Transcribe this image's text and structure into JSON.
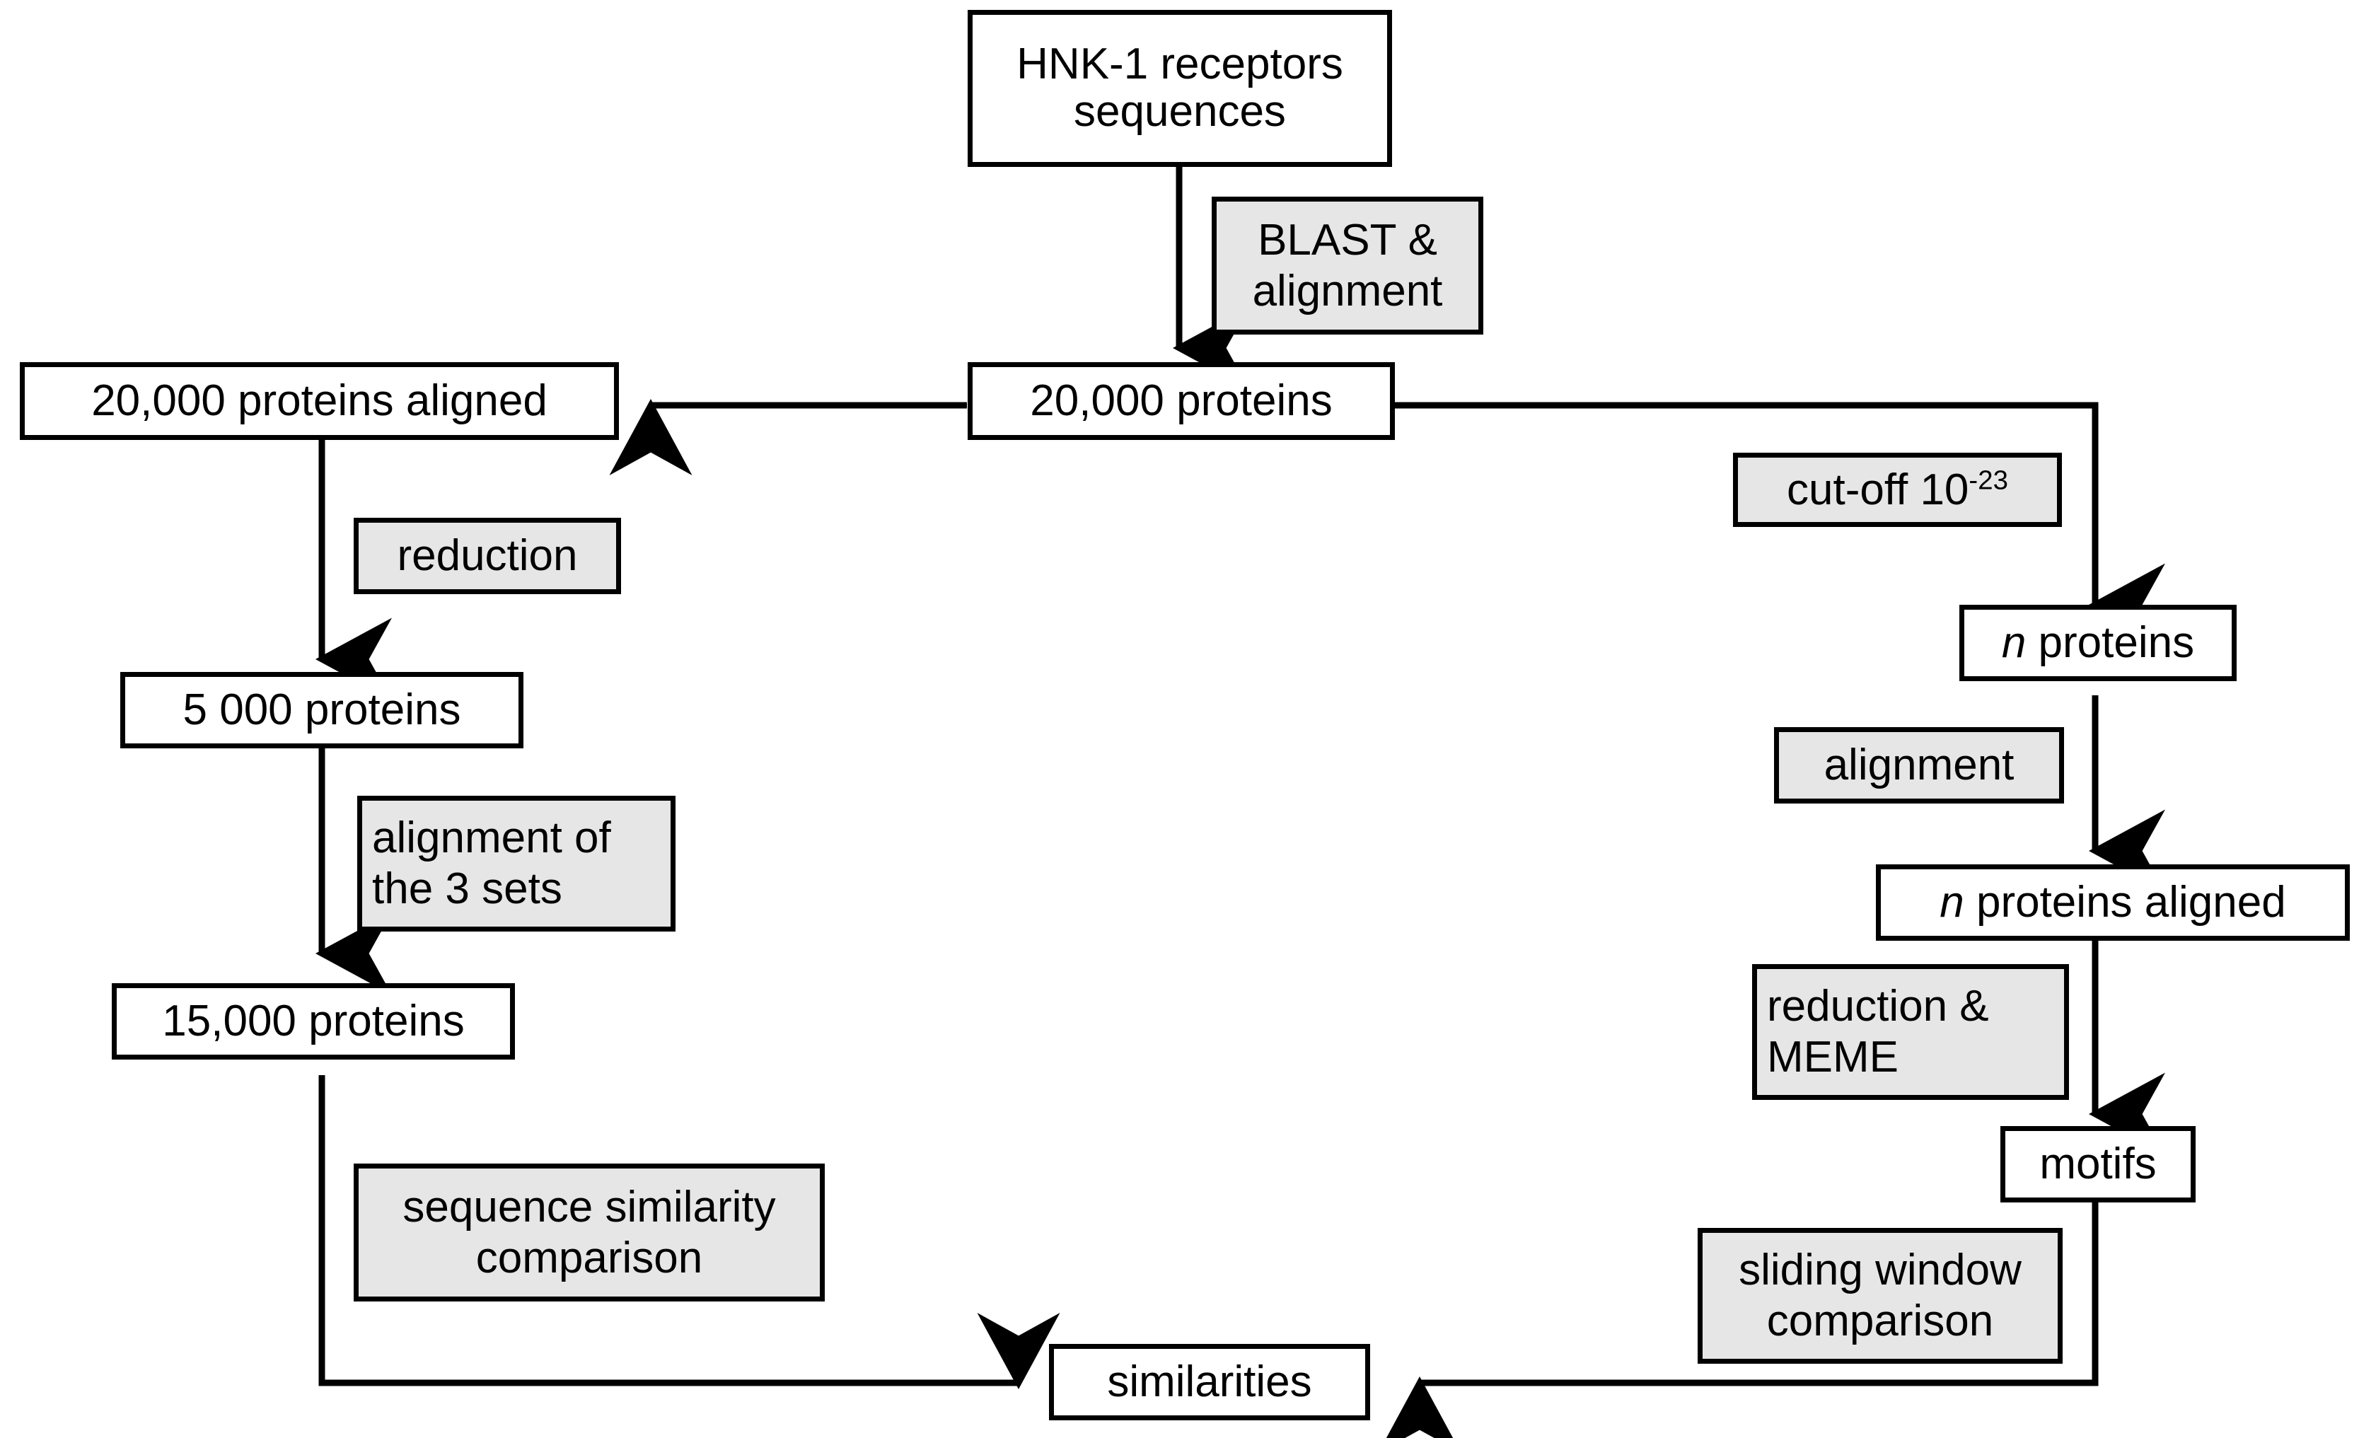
{
  "diagram": {
    "title": "HNK-1 receptors sequence analysis workflow",
    "colors": {
      "node_fill": "#ffffff",
      "label_fill": "#e6e6e6",
      "stroke": "#000000",
      "background": "#ffffff"
    },
    "nodes": {
      "source": {
        "line1": "HNK-1 receptors",
        "line2": "sequences"
      },
      "proteins_20000_aligned": {
        "text": "20,000 proteins aligned"
      },
      "proteins_20000": {
        "text": "20,000 proteins"
      },
      "proteins_5000": {
        "text": "5 000 proteins"
      },
      "proteins_15000": {
        "text": "15,000 proteins"
      },
      "n_proteins": {
        "prefix": "n",
        "suffix": " proteins"
      },
      "n_proteins_aligned": {
        "prefix": "n",
        "suffix": " proteins aligned"
      },
      "motifs": {
        "text": "motifs"
      },
      "similarities": {
        "text": "similarities"
      }
    },
    "process_labels": {
      "blast_alignment": {
        "line1": "BLAST &",
        "line2": "alignment"
      },
      "cutoff": {
        "text": "cut-off 10",
        "exponent": "-23"
      },
      "reduction": {
        "line1": "reduction"
      },
      "alignment_3_sets": {
        "line1": "alignment of",
        "line2": "the 3 sets"
      },
      "sequence_similarity": {
        "line1": "sequence similarity",
        "line2": "comparison"
      },
      "alignment": {
        "line1": "alignment"
      },
      "reduction_meme": {
        "line1": "reduction &",
        "line2": "MEME"
      },
      "sliding_window": {
        "line1": "sliding window",
        "line2": "comparison"
      }
    },
    "edges": [
      {
        "from": "source",
        "to": "proteins_20000",
        "label": "blast_alignment",
        "arrow": "down"
      },
      {
        "from": "proteins_20000",
        "to": "proteins_20000_aligned",
        "arrow": "left"
      },
      {
        "from": "proteins_20000",
        "to": "n_proteins",
        "label": "cutoff",
        "arrow": "down"
      },
      {
        "from": "proteins_20000_aligned",
        "to": "proteins_5000",
        "label": "reduction",
        "arrow": "down"
      },
      {
        "from": "proteins_5000",
        "to": "proteins_15000",
        "label": "alignment_3_sets",
        "arrow": "down"
      },
      {
        "from": "proteins_15000",
        "to": "similarities",
        "label": "sequence_similarity",
        "arrow": "right"
      },
      {
        "from": "n_proteins",
        "to": "n_proteins_aligned",
        "label": "alignment",
        "arrow": "down"
      },
      {
        "from": "n_proteins_aligned",
        "to": "motifs",
        "label": "reduction_meme",
        "arrow": "down"
      },
      {
        "from": "motifs",
        "to": "similarities",
        "label": "sliding_window",
        "arrow": "left"
      }
    ]
  }
}
